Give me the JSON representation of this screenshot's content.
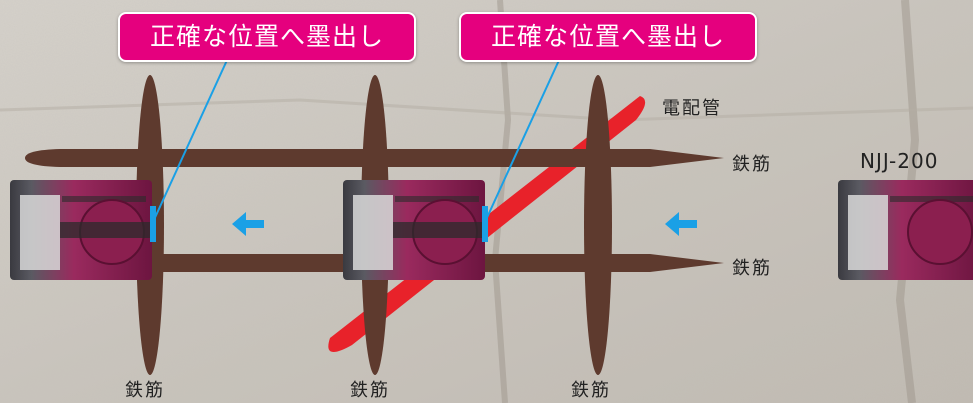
{
  "callouts": [
    {
      "text": "正確な位置へ墨出し"
    },
    {
      "text": "正確な位置へ墨出し"
    }
  ],
  "labels": {
    "conduit": "電配管",
    "rebar_top": "鉄筋",
    "rebar_bottom": "鉄筋",
    "rebar_left": "鉄筋",
    "rebar_mid": "鉄筋",
    "rebar_right": "鉄筋",
    "model": "NJJ-200"
  },
  "colors": {
    "rebar": "#5e3a2e",
    "conduit": "#e8222a",
    "callout": "#e5007e",
    "marker": "#1aa0e6",
    "arrow": "#1aa0e6",
    "device_body": "#8a1f4f"
  },
  "icons": {
    "arrow": "left-arrow-icon"
  }
}
